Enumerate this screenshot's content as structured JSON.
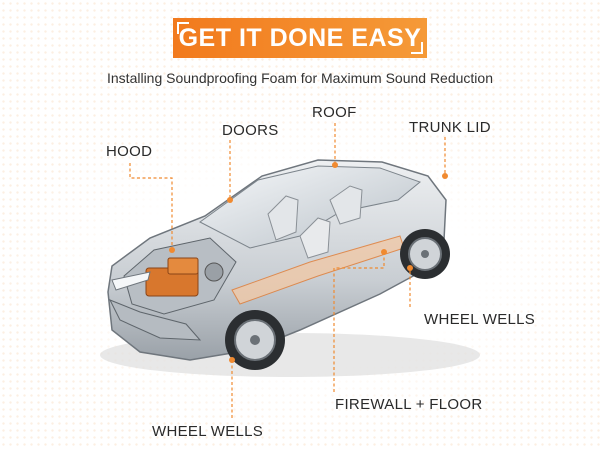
{
  "header": {
    "banner_text": "GET IT DONE EASY",
    "subtitle": "Installing Soundproofing Foam for Maximum Sound Reduction"
  },
  "labels": {
    "hood": "HOOD",
    "doors": "DOORS",
    "roof": "ROOF",
    "trunk_lid": "TRUNK LID",
    "wheel_wells_rear": "WHEEL WELLS",
    "firewall_floor": "FIREWALL + FLOOR",
    "wheel_wells_front": "WHEEL WELLS"
  },
  "colors": {
    "accent": "#f27a1d",
    "car_body": "#d6dade",
    "foam": "#e27a30"
  }
}
